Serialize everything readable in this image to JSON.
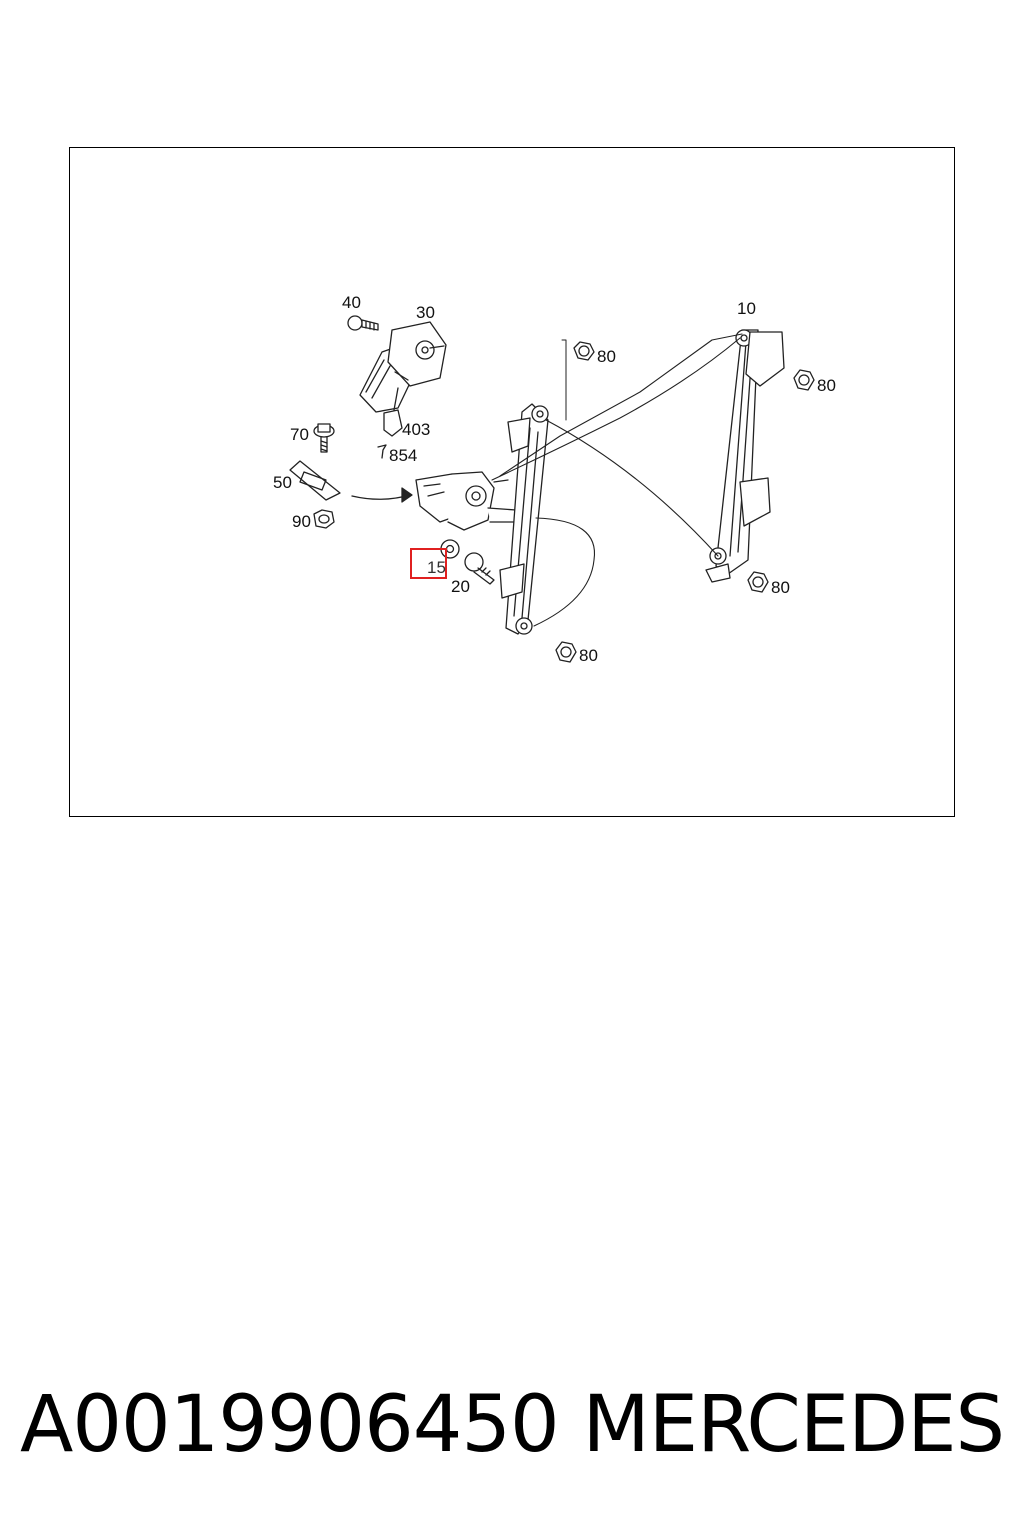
{
  "diagram": {
    "callouts": {
      "c40": "40",
      "c30": "30",
      "c10": "10",
      "c80a": "80",
      "c80b": "80",
      "c70": "70",
      "c403": "403",
      "c854": "854",
      "c50": "50",
      "c90": "90",
      "c15": "15",
      "c20": "20",
      "c80c": "80",
      "c80d": "80"
    },
    "highlight_color": "#e02020"
  },
  "footer": {
    "part_number": "A0019906450",
    "brand": "MERCEDES"
  }
}
